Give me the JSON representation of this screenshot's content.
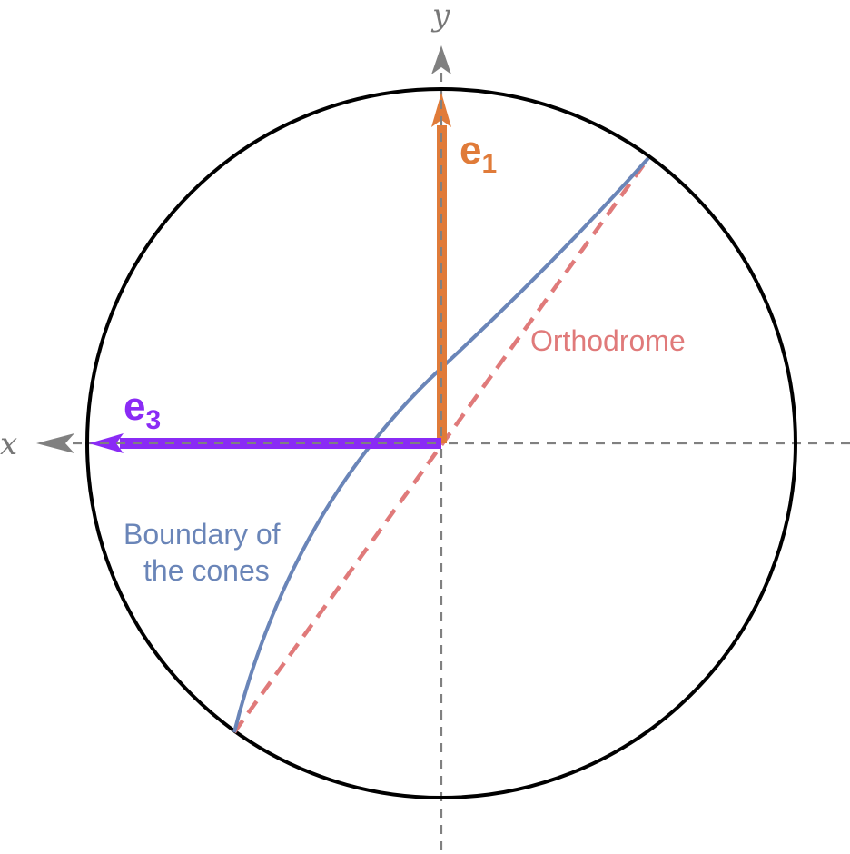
{
  "axes": {
    "x_label": "x",
    "y_label": "y",
    "color": "#808080"
  },
  "circle": {
    "color": "#000000"
  },
  "vectors": {
    "e1": {
      "base": "e",
      "subscript": "1",
      "color": "#E07B39"
    },
    "e3": {
      "base": "e",
      "subscript": "3",
      "color": "#8A2BF5"
    }
  },
  "curves": {
    "boundary": {
      "label_line1": "Boundary of",
      "label_line2": "the cones",
      "color": "#6A85B8"
    },
    "orthodrome": {
      "label": "Orthodrome",
      "color": "#E07A7A"
    }
  }
}
